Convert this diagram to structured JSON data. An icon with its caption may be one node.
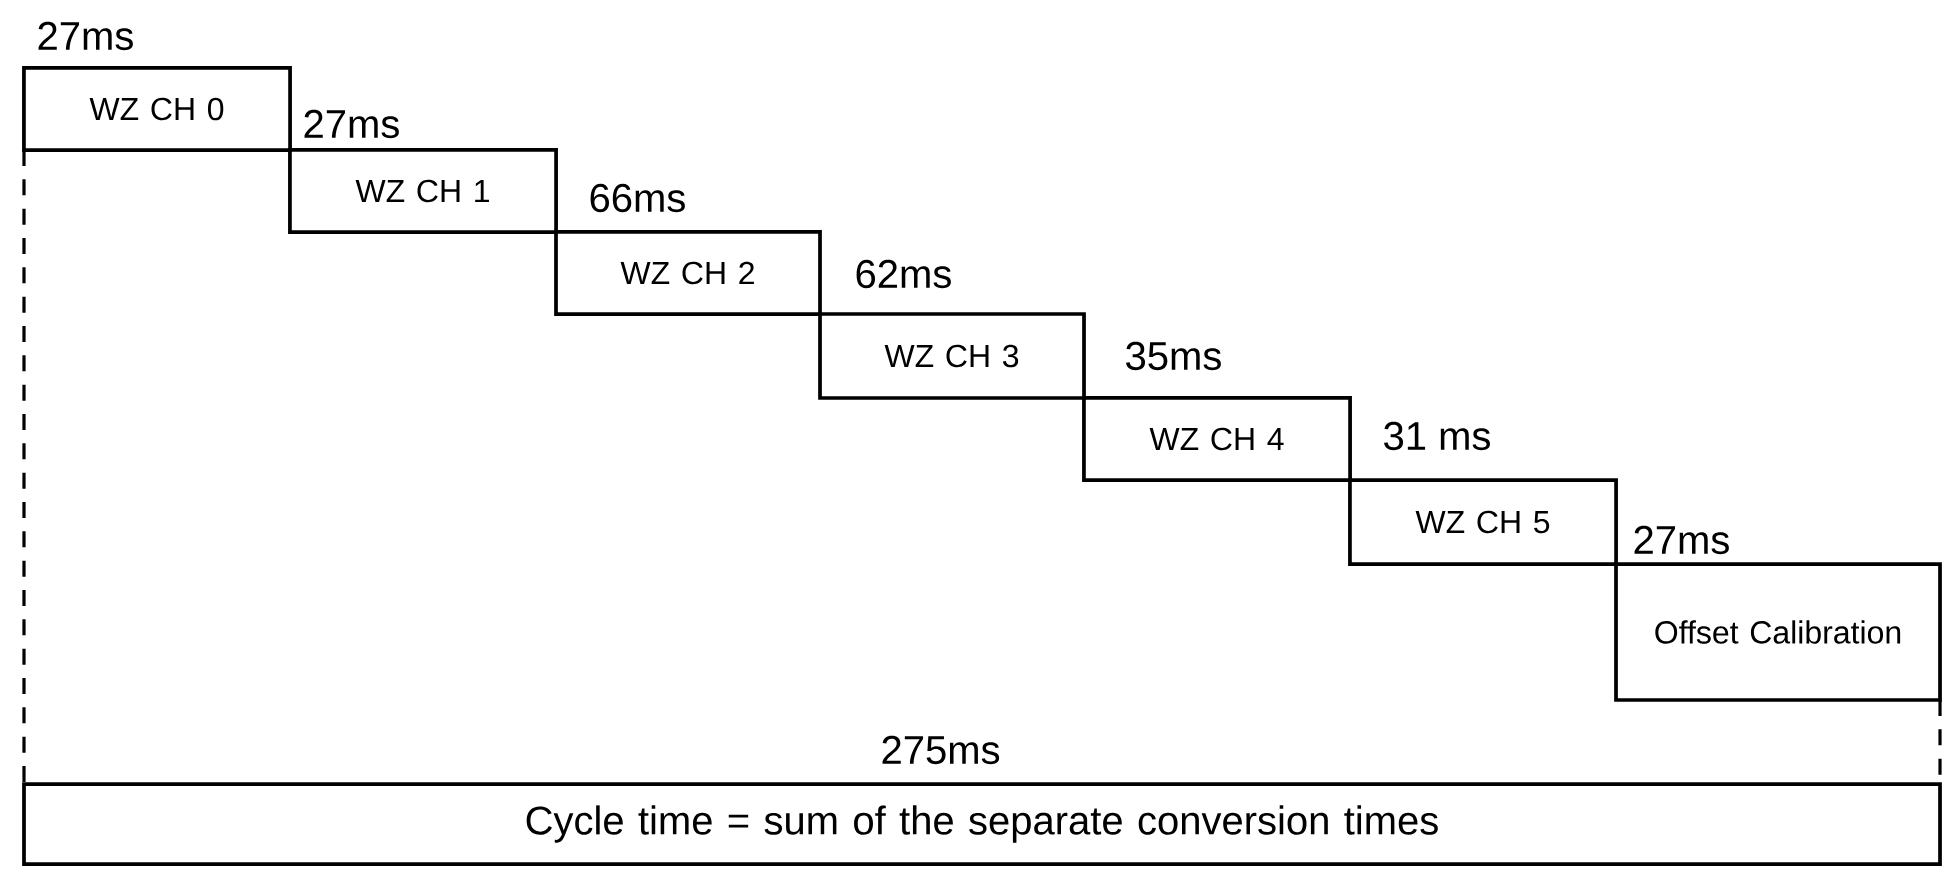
{
  "diagram": {
    "nodes": [
      {
        "text": [
          "WZ CH 0"
        ],
        "beside": [
          "27ms"
        ]
      },
      {
        "text": [
          "WZ CH 1"
        ],
        "beside": [
          "27ms"
        ]
      },
      {
        "text": [
          "WZ CH 2"
        ],
        "beside": [
          "66ms"
        ]
      },
      {
        "text": [
          "WZ CH 3"
        ],
        "beside": [
          "62ms"
        ]
      },
      {
        "text": [
          "WZ CH 4"
        ],
        "beside": [
          "35ms"
        ]
      },
      {
        "text": [
          "WZ CH 5"
        ],
        "beside": [
          "31 ms"
        ]
      },
      {
        "text": [
          "Offset Calibration"
        ],
        "beside": [
          "27ms"
        ]
      },
      {
        "text": [
          "Cycle time = sum of the separate conversion times"
        ],
        "beside": [
          "275ms"
        ]
      }
    ]
  }
}
